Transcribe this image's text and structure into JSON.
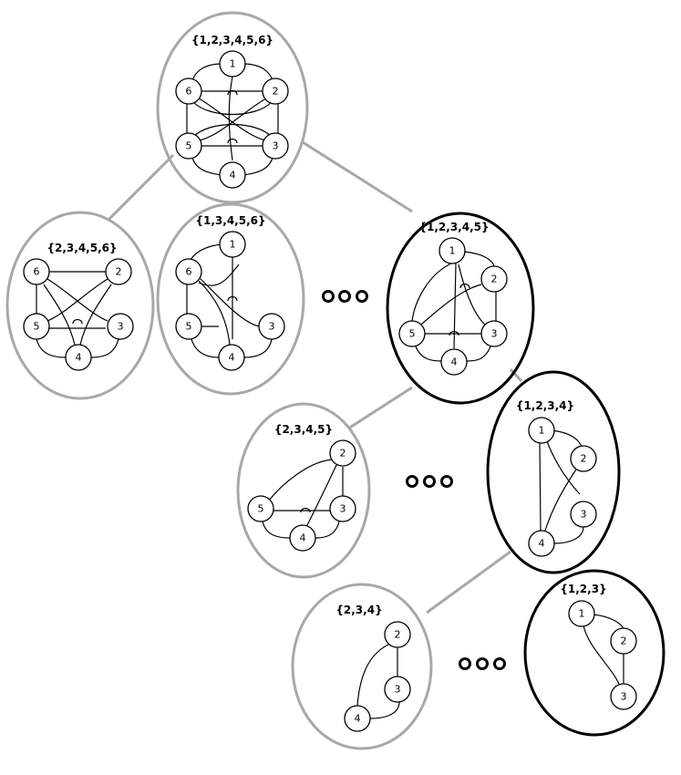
{
  "diagram": {
    "sets": [
      {
        "id": "s123456",
        "label": "{1,2,3,4,5,6}",
        "nodes": [
          "1",
          "2",
          "3",
          "4",
          "5",
          "6"
        ],
        "highlighted": false
      },
      {
        "id": "s23456",
        "label": "{2,3,4,5,6}",
        "nodes": [
          "6",
          "2",
          "5",
          "3",
          "4"
        ],
        "highlighted": false
      },
      {
        "id": "s13456",
        "label": "{1,3,4,5,6}",
        "nodes": [
          "1",
          "6",
          "5",
          "3",
          "4"
        ],
        "highlighted": false
      },
      {
        "id": "s12345",
        "label": "{1,2,3,4,5}",
        "nodes": [
          "1",
          "2",
          "5",
          "3",
          "4"
        ],
        "highlighted": true
      },
      {
        "id": "s2345",
        "label": "{2,3,4,5}",
        "nodes": [
          "2",
          "5",
          "3",
          "4"
        ],
        "highlighted": false
      },
      {
        "id": "s1234",
        "label": "{1,2,3,4}",
        "nodes": [
          "1",
          "2",
          "3",
          "4"
        ],
        "highlighted": true
      },
      {
        "id": "s234",
        "label": "{2,3,4}",
        "nodes": [
          "2",
          "3",
          "4"
        ],
        "highlighted": false
      },
      {
        "id": "s123",
        "label": "{1,2,3}",
        "nodes": [
          "1",
          "2",
          "3"
        ],
        "highlighted": true
      }
    ],
    "colors": {
      "highlight": "#000000",
      "normal": "#a8a8a8"
    }
  }
}
